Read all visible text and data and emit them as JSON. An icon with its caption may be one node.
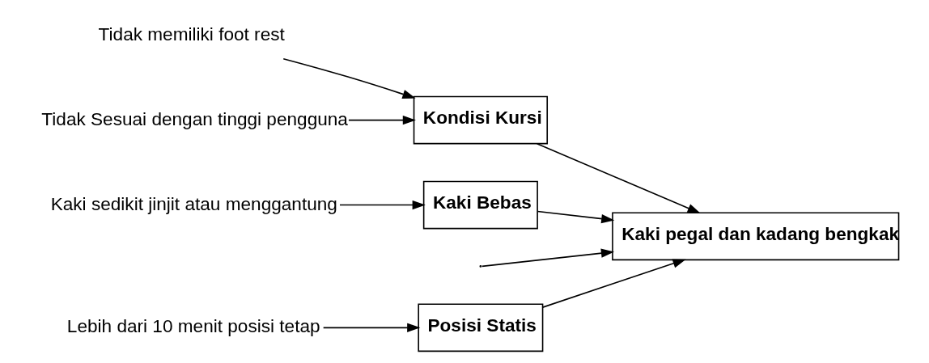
{
  "diagram": {
    "nodes": [
      {
        "text": [
          "Posisi Statis"
        ]
      },
      {
        "text": [
          "Kaki pegal dan kadang bengkak"
        ]
      },
      {
        "text": [
          "Kondisi Kursi"
        ]
      },
      {
        "text": [
          "Kaki Bebas"
        ]
      },
      {
        "text": [
          "Lebih dari 10 menit posisi tetap"
        ]
      },
      {
        "text": [
          "Tidak memiliki foot rest"
        ]
      },
      {
        "text": [
          "Tidak Sesuai dengan tinggi pengguna"
        ]
      },
      {
        "text": [
          "Kaki sedikit jinjit atau menggantung"
        ]
      }
    ],
    "edges": [
      {
        "from": null,
        "to": 1,
        "arrow": "to"
      },
      {
        "from": 0,
        "to": 1,
        "arrow": "to"
      },
      {
        "from": 2,
        "to": 1,
        "arrow": "to"
      },
      {
        "from": 3,
        "to": 1,
        "arrow": "to"
      },
      {
        "from": 4,
        "to": 0,
        "arrow": "to"
      },
      {
        "from": 5,
        "to": 2,
        "arrow": "to"
      },
      {
        "from": 6,
        "to": 2,
        "arrow": "to"
      },
      {
        "from": 7,
        "to": 3,
        "arrow": "to"
      }
    ]
  }
}
